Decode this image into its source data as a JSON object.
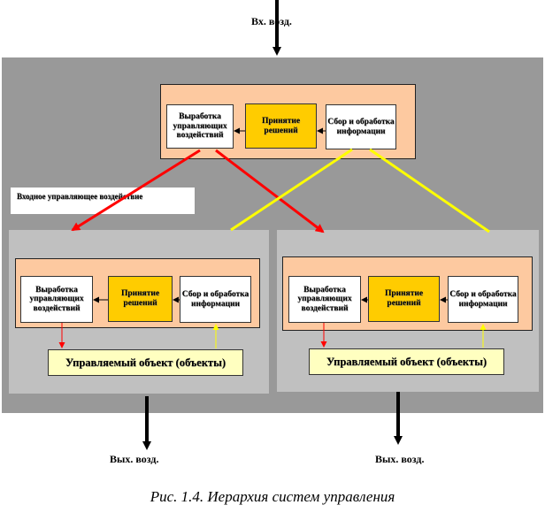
{
  "top": {
    "input_label": "Вх.   возд.",
    "box_left": "Выработка управляющих воздействий",
    "box_mid": "Принятие решений",
    "box_right": "Сбор и обработка информации"
  },
  "input_control_label": "Входное управляющее воздействие",
  "left": {
    "box_left": "Выработка управляющих воздействий",
    "box_mid": "Принятие решений",
    "box_right": "Сбор и обработка информации",
    "object": "Управляемый объект (объекты)",
    "output_label": "Вых. возд."
  },
  "right": {
    "box_left": "Выработка управляющих воздействий",
    "box_mid": "Принятие решений",
    "box_right": "Сбор и обработка информации",
    "object": "Управляемый объект (объекты)",
    "output_label": "Вых. возд."
  },
  "caption": "Рис. 1.4. Иерархия систем управления",
  "colors": {
    "control_arrow": "#ff0000",
    "info_line": "#ffff00",
    "panel": "#c0c0c0",
    "outer": "#999999",
    "peach": "#fdc9a0",
    "decision": "#ffcc00",
    "object": "#ffffc0"
  }
}
